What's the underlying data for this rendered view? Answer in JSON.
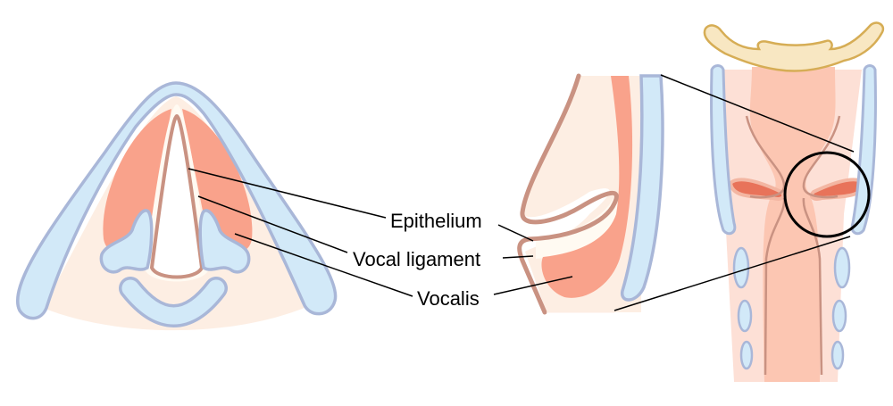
{
  "labels": {
    "epithelium": "Epithelium",
    "vocal_ligament": "Vocal ligament",
    "vocalis": "Vocalis"
  },
  "colors": {
    "cartilage_fill": "#d2e9f8",
    "cartilage_stroke": "#a9b7d8",
    "tissue_peach": "#fdeee3",
    "muscle_salmon": "#f9a28b",
    "epithelium_brown": "#c99282",
    "hyoid_fill": "#f8e7c2",
    "hyoid_stroke": "#d6ad55",
    "lumen_pink": "#fcc6b2"
  }
}
